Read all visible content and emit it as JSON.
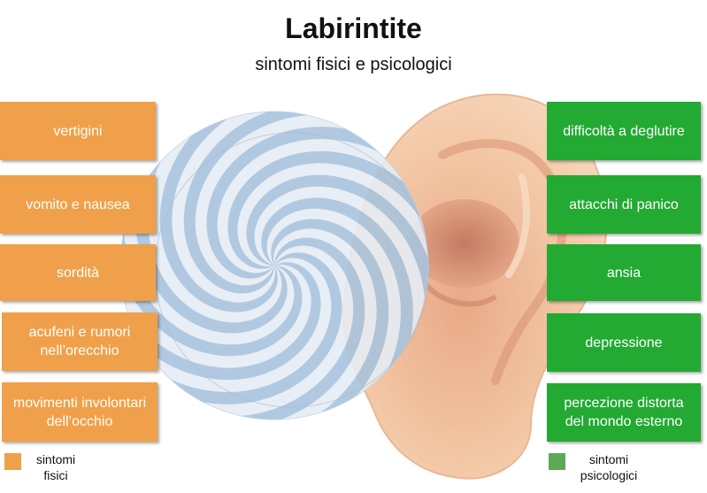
{
  "title": "Labirintite",
  "subtitle": "sintomi fisici e psicologici",
  "colors": {
    "physical": "#f0a04a",
    "psychological": "#22aa33",
    "legend_physical": "#f0a04a",
    "legend_psychological": "#5ea85a",
    "spiral": "#a9c4dd",
    "ear": "#f2c9a8"
  },
  "physical_symptoms": [
    "vertigini",
    "vomito e nausea",
    "sordità",
    "acufeni e rumori nell’orecchio",
    "movimenti involontari dell’occhio"
  ],
  "psychological_symptoms": [
    "difficoltà a deglutire",
    "attacchi di panico",
    "ansia",
    "depressione",
    "percezione distorta del mondo esterno"
  ],
  "legend": {
    "physical": "sintomi fisici",
    "psychological": "sintomi psicologici"
  },
  "illustrations": [
    "spiral-illustration",
    "ear-illustration"
  ]
}
